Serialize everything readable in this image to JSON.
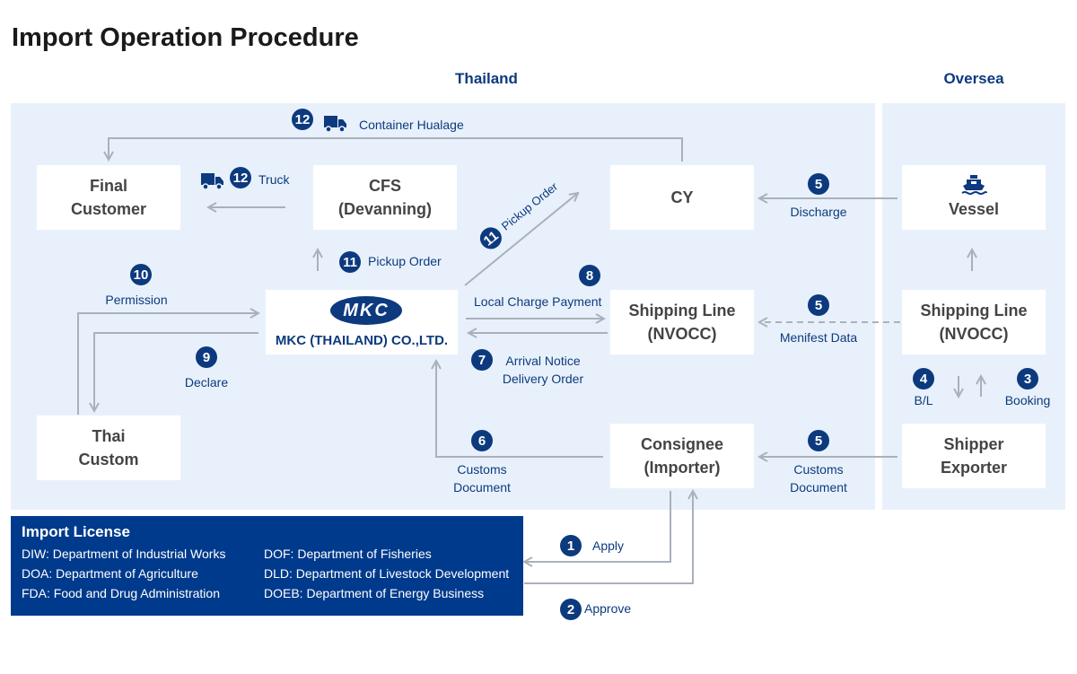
{
  "title": "Import Operation Procedure",
  "regions": {
    "thailand": "Thailand",
    "oversea": "Oversea"
  },
  "boxes": {
    "final_customer": [
      "Final",
      "Customer"
    ],
    "cfs": [
      "CFS",
      "(Devanning)"
    ],
    "cy": "CY",
    "vessel": "Vessel",
    "shipping_line_th": [
      "Shipping Line",
      "(NVOCC)"
    ],
    "shipping_line_os": [
      "Shipping Line",
      "(NVOCC)"
    ],
    "thai_custom": [
      "Thai",
      "Custom"
    ],
    "consignee": [
      "Consignee",
      "(Importer)"
    ],
    "shipper": [
      "Shipper",
      "Exporter"
    ],
    "mkc": {
      "logo_text": "MKC",
      "name": "MKC (THAILAND) CO.,LTD."
    }
  },
  "steps": {
    "container_haulage": {
      "num": "12",
      "label": "Container Hualage"
    },
    "truck": {
      "num": "12",
      "label": "Truck"
    },
    "pickup_order_cfs": {
      "num": "11",
      "label": "Pickup Order"
    },
    "pickup_order_cy": {
      "num": "11",
      "label": "Pickup Order"
    },
    "discharge": {
      "num": "5",
      "label": "Discharge"
    },
    "permission": {
      "num": "10",
      "label": "Permission"
    },
    "local_charge": {
      "num": "8",
      "label": "Local Charge Payment"
    },
    "arrival_notice": {
      "num": "7",
      "label1": "Arrival Notice",
      "label2": "Delivery Order"
    },
    "manifest": {
      "num": "5",
      "label": "Menifest Data"
    },
    "declare": {
      "num": "9",
      "label": "Declare"
    },
    "bl": {
      "num": "4",
      "label": "B/L"
    },
    "booking": {
      "num": "3",
      "label": "Booking"
    },
    "customs_doc_mkc": {
      "num": "6",
      "label1": "Customs",
      "label2": "Document"
    },
    "customs_doc_consignee": {
      "num": "5",
      "label1": "Customs",
      "label2": "Document"
    },
    "apply": {
      "num": "1",
      "label": "Apply"
    },
    "approve": {
      "num": "2",
      "label": "Approve"
    }
  },
  "license": {
    "title": "Import License",
    "left": [
      "DIW: Department of Industrial Works",
      "DOA: Department of Agriculture",
      "FDA: Food and Drug Administration"
    ],
    "right": [
      "DOF: Department of Fisheries",
      "DLD: Department of Livestock Development",
      "DOEB: Department of Energy Business"
    ]
  },
  "colors": {
    "accent": "#0d3a7e",
    "panel": "#e8f1fb",
    "arrow": "#a9b1bb",
    "license_bg": "#003a8c"
  },
  "icons": [
    "truck-icon",
    "ship-icon"
  ]
}
